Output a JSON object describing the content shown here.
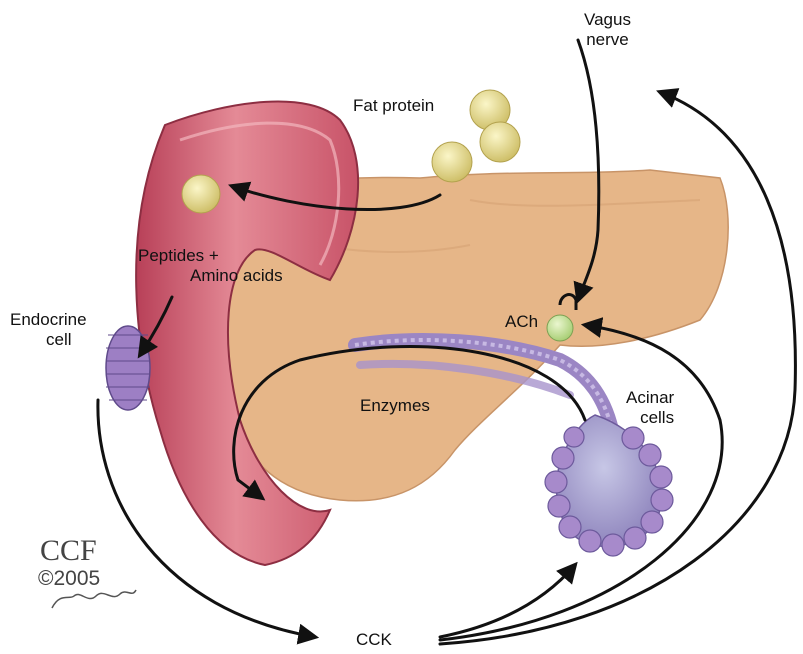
{
  "labels": {
    "vagus_nerve": [
      "Vagus",
      "nerve"
    ],
    "fat_protein": "Fat protein",
    "peptides": [
      "Peptides +",
      "Amino acids"
    ],
    "endocrine_cell": [
      "Endocrine",
      "cell"
    ],
    "ach": "ACh",
    "enzymes": "Enzymes",
    "acinar_cells": [
      "Acinar",
      "cells"
    ],
    "cck": "CCK"
  },
  "copyright": {
    "org": "CCF",
    "year": "©2005",
    "signature": "E.Halasz"
  },
  "colors": {
    "duodenum": "#c9566b",
    "duodenum_inner": "#e7909c",
    "pancreas": "#e8b98c",
    "acinar": "#9c7bbf",
    "fat_ball": "#e6dc8c",
    "ach_ball": "#c7e39a",
    "arrow": "#111111"
  }
}
